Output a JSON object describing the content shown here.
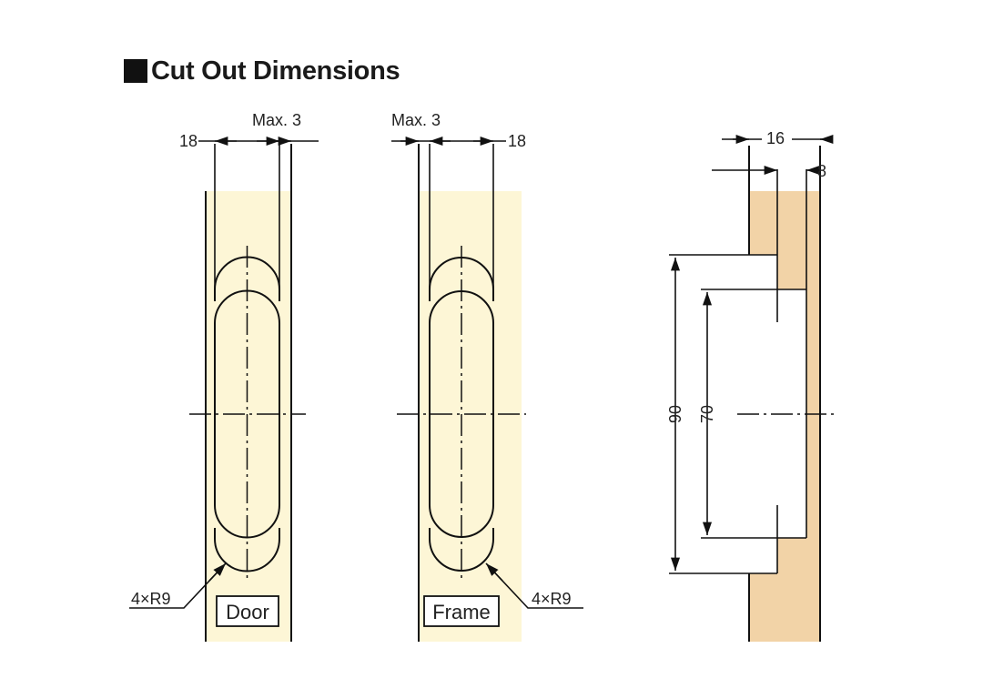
{
  "title": "Cut Out Dimensions",
  "colors": {
    "panel_bg": "#fdf6d6",
    "wood_fill": "#f2d3a7",
    "line": "#111111"
  },
  "door": {
    "label": "Door",
    "dim_width": "18",
    "dim_max": "Max. 3",
    "radius_note": "4×R9"
  },
  "frame": {
    "label": "Frame",
    "dim_width": "18",
    "dim_max": "Max. 3",
    "radius_note": "4×R9"
  },
  "side": {
    "dim_top_outer": "16",
    "dim_top_inner": "8",
    "dim_height_outer": "90",
    "dim_height_inner": "70"
  }
}
